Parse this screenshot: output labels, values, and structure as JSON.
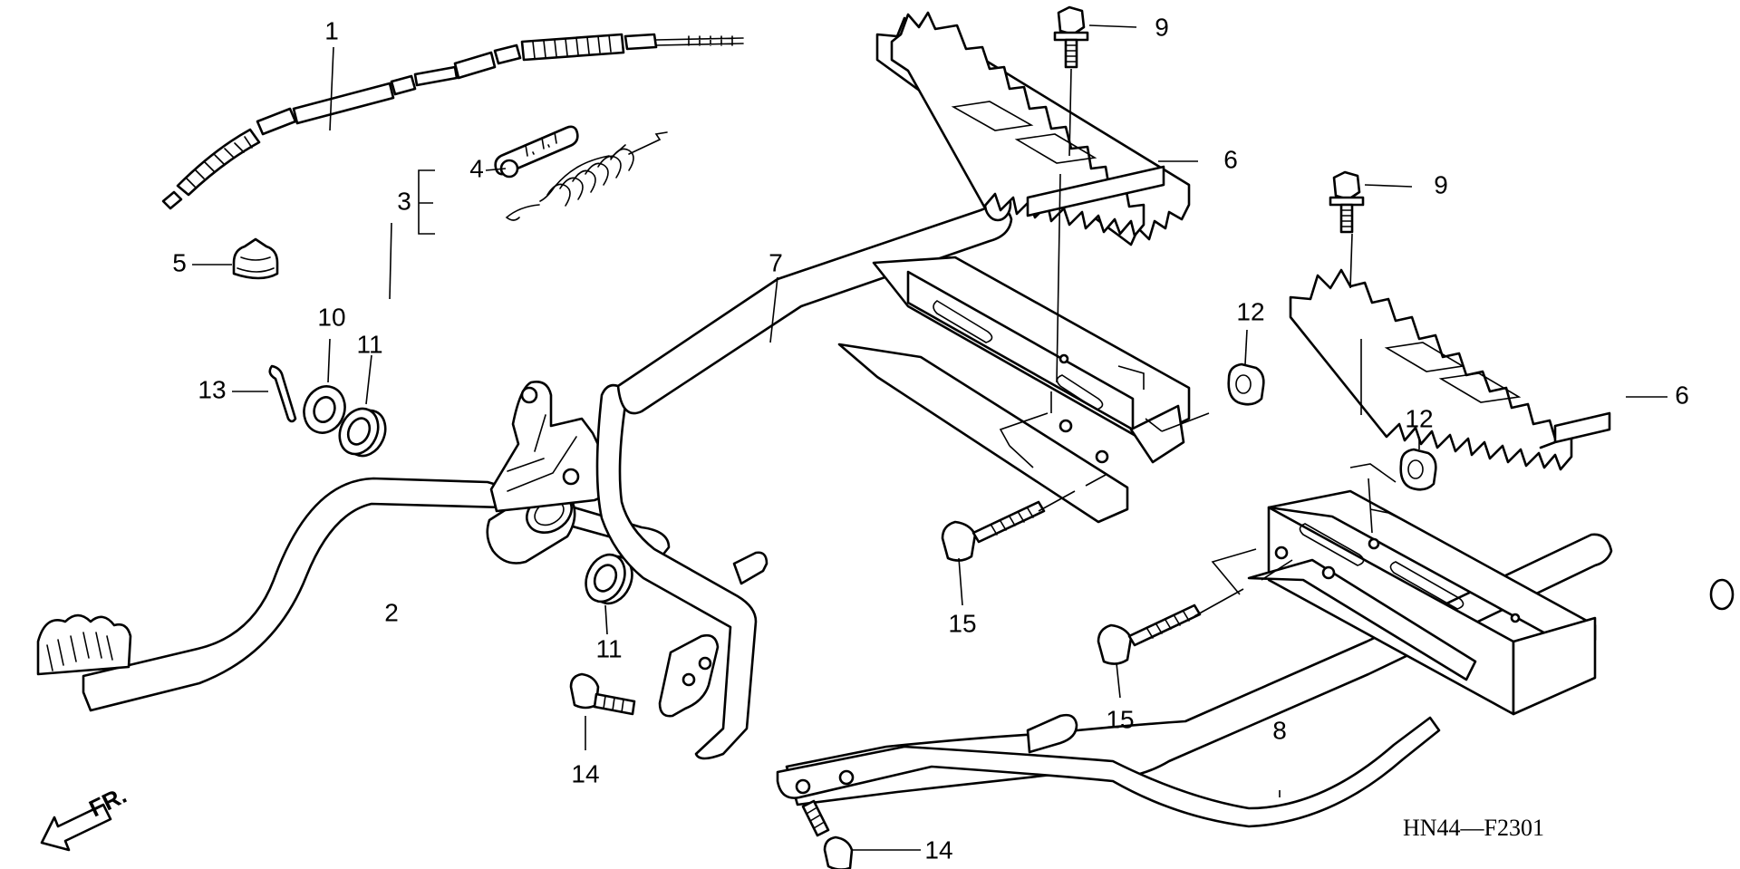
{
  "diagram_code": "HN44—F2301",
  "direction_indicator": {
    "text": "FR.",
    "icon": "front-direction-arrow-icon"
  },
  "callouts": [
    {
      "id": "c1",
      "text": "1"
    },
    {
      "id": "c2",
      "text": "2"
    },
    {
      "id": "c3",
      "text": "3"
    },
    {
      "id": "c4",
      "text": "4"
    },
    {
      "id": "c5",
      "text": "5"
    },
    {
      "id": "c6a",
      "text": "6"
    },
    {
      "id": "c6b",
      "text": "6"
    },
    {
      "id": "c7",
      "text": "7"
    },
    {
      "id": "c8",
      "text": "8"
    },
    {
      "id": "c9a",
      "text": "9"
    },
    {
      "id": "c9b",
      "text": "9"
    },
    {
      "id": "c10",
      "text": "10"
    },
    {
      "id": "c11a",
      "text": "11"
    },
    {
      "id": "c11b",
      "text": "11"
    },
    {
      "id": "c12a",
      "text": "12"
    },
    {
      "id": "c12b",
      "text": "12"
    },
    {
      "id": "c13",
      "text": "13"
    },
    {
      "id": "c14a",
      "text": "14"
    },
    {
      "id": "c14b",
      "text": "14"
    },
    {
      "id": "c15a",
      "text": "15"
    },
    {
      "id": "c15b",
      "text": "15"
    }
  ]
}
